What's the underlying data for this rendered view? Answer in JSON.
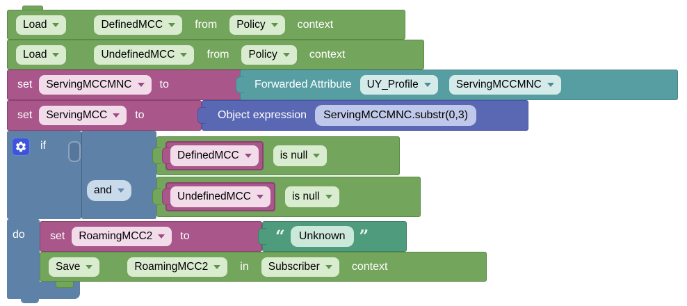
{
  "colors": {
    "statement_green": "#74A55C",
    "setter_pink": "#A9568A",
    "attribute_teal": "#579EA3",
    "expression_blue": "#5A68B4",
    "logic_slate": "#5D81A7",
    "string_teal_green": "#4E9C7D",
    "gear_blue": "#3C55D9"
  },
  "icons": {
    "gear": "mutator-gear-icon",
    "chevron": "chevron-down-icon"
  },
  "blocks": {
    "load_defined": {
      "keyword": "Load",
      "variable": "DefinedMCC",
      "from_label": "from",
      "context_store": "Policy",
      "context_label": "context"
    },
    "load_undefined": {
      "keyword": "Load",
      "variable": "UndefinedMCC",
      "from_label": "from",
      "context_store": "Policy",
      "context_label": "context"
    },
    "set_servingmccmnc": {
      "keyword": "set",
      "variable": "ServingMCCMNC",
      "to_label": "to"
    },
    "forwarded_attribute": {
      "label": "Forwarded Attribute",
      "profile": "UY_Profile",
      "attribute": "ServingMCCMNC"
    },
    "set_servingmcc": {
      "keyword": "set",
      "variable": "ServingMCC",
      "to_label": "to"
    },
    "object_expression": {
      "label": "Object expression",
      "expression": "ServingMCCMNC.substr(0,3)"
    },
    "if_block": {
      "if_label": "if",
      "do_label": "do"
    },
    "and_operator": {
      "label": "and"
    },
    "condition_defined": {
      "variable": "DefinedMCC",
      "operator": "is null"
    },
    "condition_undefined": {
      "variable": "UndefinedMCC",
      "operator": "is null"
    },
    "set_roamingmcc2": {
      "keyword": "set",
      "variable": "RoamingMCC2",
      "to_label": "to"
    },
    "string_literal": {
      "open_quote": "“",
      "value": "Unknown",
      "close_quote": "”"
    },
    "save_roamingmcc2": {
      "keyword": "Save",
      "variable": "RoamingMCC2",
      "in_label": "in",
      "context_store": "Subscriber",
      "context_label": "context"
    }
  }
}
